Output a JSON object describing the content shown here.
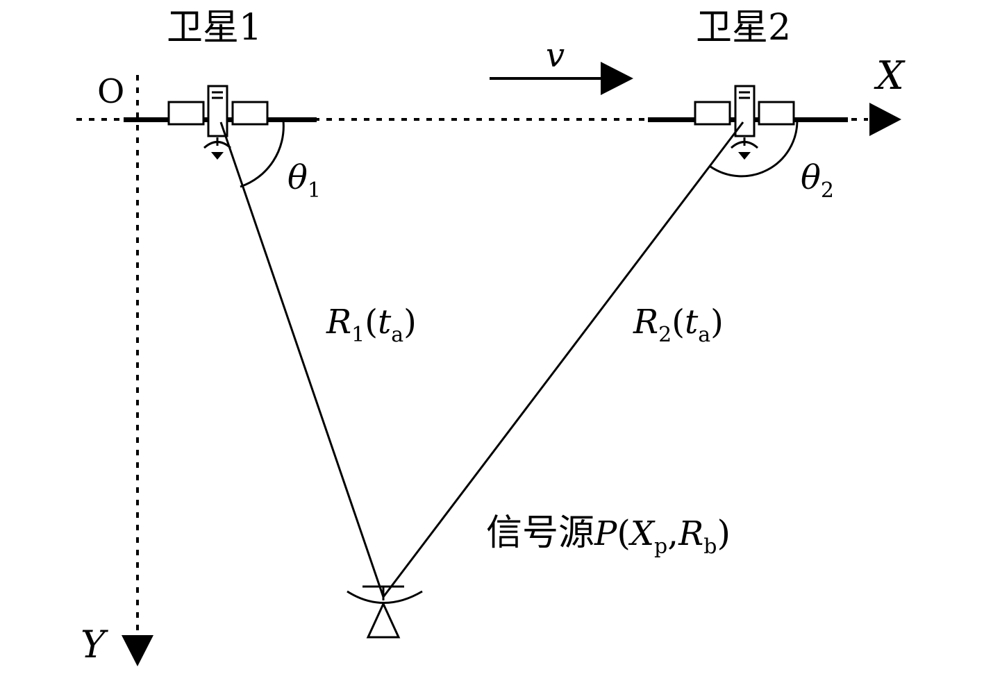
{
  "satellite1_label": "卫星1",
  "satellite2_label": "卫星2",
  "origin_label": "O",
  "x_axis_label": "X",
  "y_axis_label": "Y",
  "velocity_label": "v",
  "theta1": {
    "symbol": "θ",
    "sub": "1"
  },
  "theta2": {
    "symbol": "θ",
    "sub": "2"
  },
  "range1": {
    "symbol": "R",
    "sub": "1",
    "open": "(",
    "t": "t",
    "tsub": "a",
    "close": ")"
  },
  "range2": {
    "symbol": "R",
    "sub": "2",
    "open": "(",
    "t": "t",
    "tsub": "a",
    "close": ")"
  },
  "source": {
    "prefix": "信号源",
    "symbol": "P",
    "open": "(",
    "x": "X",
    "xsub": "p",
    "comma": ",",
    "r": "R",
    "rsub": "b",
    "close": ")"
  }
}
